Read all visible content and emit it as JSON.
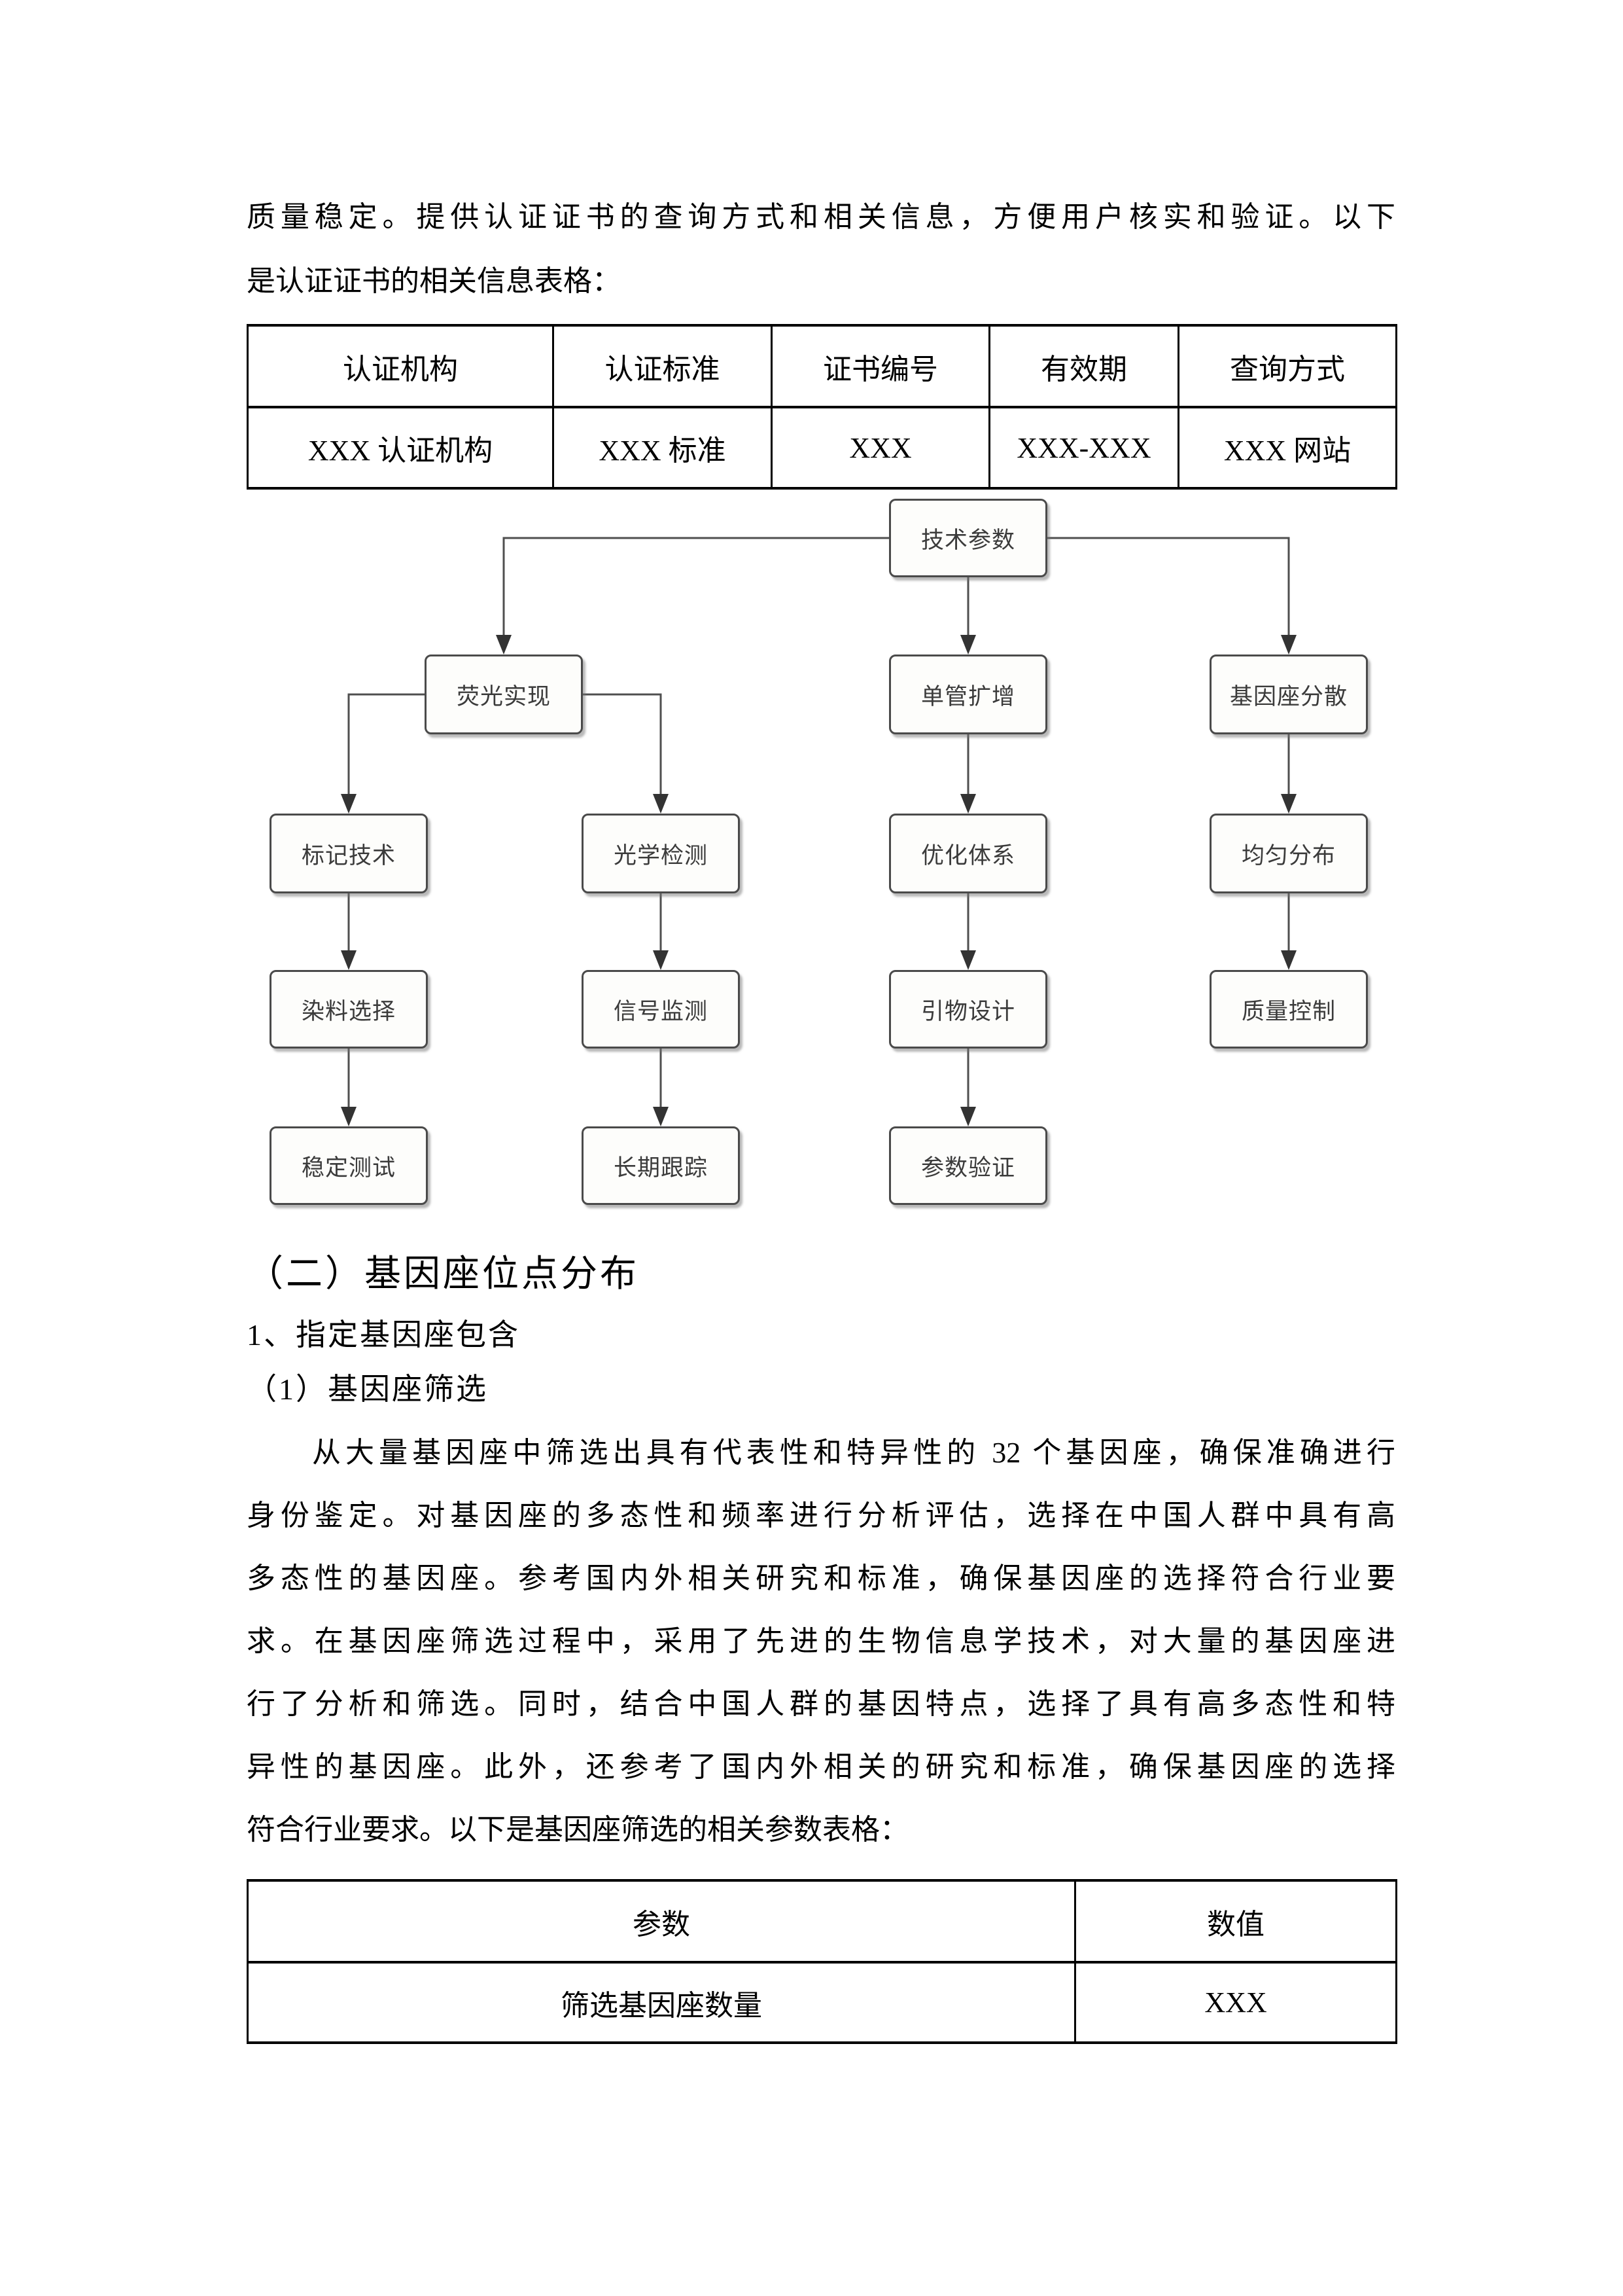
{
  "intro": {
    "lines": [
      "质量稳定。提供认证证书的查询方式和相关信息，方便用户核实和验证。以下",
      "是认证证书的相关信息表格："
    ]
  },
  "cert_table": {
    "headers": [
      "认证机构",
      "认证标准",
      "证书编号",
      "有效期",
      "查询方式"
    ],
    "row": [
      "XXX 认证机构",
      "XXX 标准",
      "XXX",
      "XXX-XXX",
      "XXX 网站"
    ]
  },
  "flowchart": {
    "nodes": {
      "root": "技术参数",
      "fluorescence": "荧光实现",
      "single_tube": "单管扩增",
      "locus_dispersion": "基因座分散",
      "labeling": "标记技术",
      "optical": "光学检测",
      "optimization": "优化体系",
      "uniform": "均匀分布",
      "dye": "染料选择",
      "signal": "信号监测",
      "primer": "引物设计",
      "quality": "质量控制",
      "stability": "稳定测试",
      "tracking": "长期跟踪",
      "validation": "参数验证"
    }
  },
  "section": {
    "heading": "（二）基因座位点分布",
    "sub1": "1、指定基因座包含",
    "sub2": "（1）基因座筛选",
    "body_lines": [
      "从大量基因座中筛选出具有代表性和特异性的 32 个基因座，确保准确进行",
      "身份鉴定。对基因座的多态性和频率进行分析评估，选择在中国人群中具有高",
      "多态性的基因座。参考国内外相关研究和标准，确保基因座的选择符合行业要",
      "求。在基因座筛选过程中，采用了先进的生物信息学技术，对大量的基因座进",
      "行了分析和筛选。同时，结合中国人群的基因特点，选择了具有高多态性和特",
      "异性的基因座。此外，还参考了国内外相关的研究和标准，确保基因座的选择",
      "符合行业要求。以下是基因座筛选的相关参数表格："
    ]
  },
  "param_table": {
    "headers": [
      "参数",
      "数值"
    ],
    "row": [
      "筛选基因座数量",
      "XXX"
    ]
  }
}
